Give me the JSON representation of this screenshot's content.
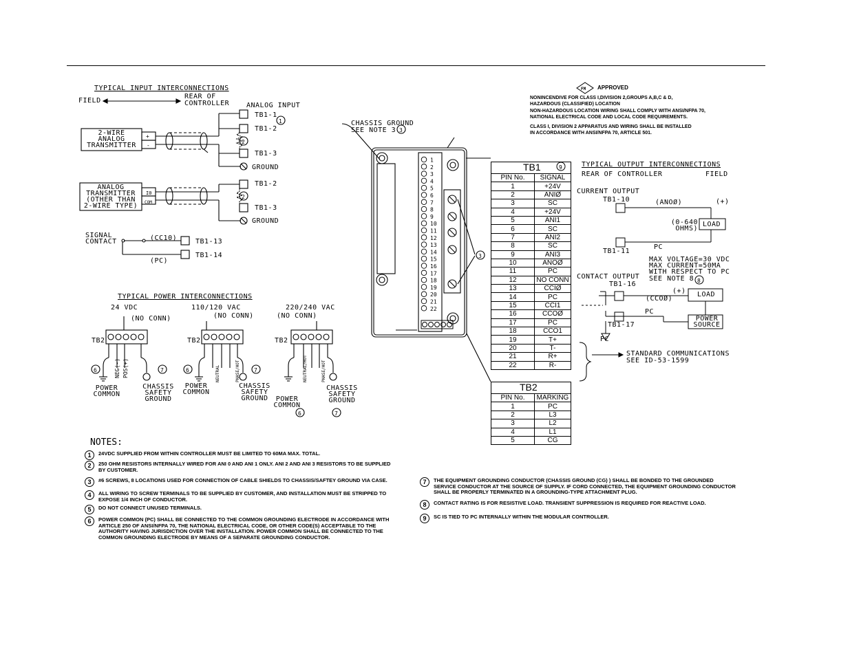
{
  "input": {
    "title": "TYPICAL INPUT INTERCONNECTIONS",
    "field_label": "FIELD",
    "rear_label": "REAR OF CONTROLLER",
    "analog_input": "ANALOG INPUT",
    "tb1_1": "TB1-1",
    "tb1_2": "TB1-2",
    "tb1_3": "TB1-3",
    "ground": "GROUND",
    "transmitter_2wire": "2-WIRE ANALOG TRANSMITTER",
    "transmitter_other": "ANALOG TRANSMITTER (OTHER THAN 2-WIRE TYPE)",
    "io_label": "I0",
    "com_label": "COM",
    "signal_contact": "SIGNAL CONTACT",
    "cc10": "(CC10)",
    "pc": "(PC)",
    "tb1_13": "TB1-13",
    "tb1_14": "TB1-14"
  },
  "power": {
    "title": "TYPICAL POWER INTERCONNECTIONS",
    "v24": "24 Vdc",
    "v110": "110/120 Vac",
    "v220": "220/240 Vac",
    "no_conn": "(NO CONN)",
    "tb2": "TB2",
    "power_common": "POWER COMMON",
    "chassis_safety_ground": "CHASSIS SAFETY GROUND",
    "neg": "NEG(-)",
    "pos": "POS(+)",
    "neutral": "NEUTRAL",
    "phase_hot": "PHASE/HOT",
    "neutral_hot": "NEUTRAL/HOT"
  },
  "chassis": {
    "label": "CHASSIS GROUND SEE NOTE 3",
    "tb2_label": "TB2"
  },
  "approval": {
    "approved": "APPROVED",
    "lines": [
      "NONINCENDIVE FOR CLASS I,DIVISION 2,GROUPS A,B,C & D,",
      "HAZARDOUS (CLASSIFIED) LOCATION",
      "NON-HAZARDOUS LOCATION WIRING SHALL COMPLY WITH ANSI/NFPA 70,",
      "NATIONAL ELECTRICAL CODE AND LOCAL CODE REQUIREMENTS.",
      "CLASS I, DIVISION 2 APPARATUS AND WIRING SHALL BE INSTALLED",
      "IN ACCORDANCE WITH ANSI/NFPA 70, ARTICLE 501."
    ]
  },
  "tb1": {
    "title": "TB1",
    "headers": [
      "PIN No.",
      "SIGNAL"
    ],
    "rows": [
      [
        "1",
        "+24V"
      ],
      [
        "2",
        "ANIØ"
      ],
      [
        "3",
        "SC"
      ],
      [
        "4",
        "+24V"
      ],
      [
        "5",
        "ANI1"
      ],
      [
        "6",
        "SC"
      ],
      [
        "7",
        "ANI2"
      ],
      [
        "8",
        "SC"
      ],
      [
        "9",
        "ANI3"
      ],
      [
        "10",
        "ANOØ"
      ],
      [
        "11",
        "PC"
      ],
      [
        "12",
        "NO CONN"
      ],
      [
        "13",
        "CCIØ"
      ],
      [
        "14",
        "PC"
      ],
      [
        "15",
        "CCI1"
      ],
      [
        "16",
        "CCOØ"
      ],
      [
        "17",
        "PC"
      ],
      [
        "18",
        "CCO1"
      ],
      [
        "19",
        "T+"
      ],
      [
        "20",
        "T-"
      ],
      [
        "21",
        "R+"
      ],
      [
        "22",
        "R-"
      ]
    ]
  },
  "tb2": {
    "title": "TB2",
    "headers": [
      "PIN No.",
      "MARKING"
    ],
    "rows": [
      [
        "1",
        "PC"
      ],
      [
        "2",
        "L3"
      ],
      [
        "3",
        "L2"
      ],
      [
        "4",
        "L1"
      ],
      [
        "5",
        "CG"
      ]
    ]
  },
  "output": {
    "title": "TYPICAL OUTPUT INTERCONNECTIONS",
    "rear_label": "REAR OF CONTROLLER",
    "field_label": "FIELD",
    "current_output": "CURRENT OUTPUT",
    "tb1_10": "TB1-10",
    "ano0": "(ANOØ)",
    "plus": "(+)",
    "ohms": "(0-640 OHMS)",
    "load": "LOAD",
    "tb1_11": "TB1-11",
    "pc": "PC",
    "max_voltage": "MAX VOLTAGE=30 Vdc",
    "max_current": "MAX CURRENT=50mA",
    "respect": "WITH RESPECT TO PC",
    "see_note": "SEE NOTE 8",
    "contact_output": "CONTACT OUTPUT",
    "tb1_16": "TB1-16",
    "cco0": "(CCOØ)",
    "plus2": "(+)",
    "load2": "LOAD",
    "pc2": "PC",
    "power_source": "POWER SOURCE",
    "tb1_17": "TB1-17",
    "pc3": "PC",
    "std_comm": "STANDARD COMMUNICATIONS",
    "see_id": "SEE ID-53-1599"
  },
  "notes": {
    "title": "NOTES:",
    "items": [
      {
        "num": "1",
        "text": "24Vdc SUPPLIED FROM WITHIN CONTROLLER MUST BE LIMITED TO 60mA MAX. TOTAL."
      },
      {
        "num": "2",
        "text": "250 OHM RESISTORS INTERNALLY WIRED FOR ANI 0 AND ANI 1 ONLY. ANI 2 AND ANI 3 RESISTORS TO BE SUPPLIED BY CUSTOMER."
      },
      {
        "num": "3",
        "text": "#6 SCREWS, 8 LOCATIONS USED FOR CONNECTION OF CABLE SHIELDS TO CHASSIS/SAFTEY GROUND VIA CASE."
      },
      {
        "num": "4",
        "text": "ALL WIRING TO SCREW TERMINALS TO BE SUPPLIED BY CUSTOMER, AND INSTALLATION MUST BE STRIPPED TO EXPOSE 1/4 INCH OF CONDUCTOR."
      },
      {
        "num": "5",
        "text": "DO NOT CONNECT UNUSED TERMINALS."
      },
      {
        "num": "6",
        "text": "POWER COMMON (PC) SHALL BE CONNECTED TO THE COMMON GROUNDING ELECTRODE IN ACCORDANCE WITH ARTICLE 250 OF ANSI/NFPA 70, THE NATIONAL ELECTRICAL CODE, OR OTHER CODE(S) ACCEPTABLE TO THE AUTHORITY HAVING JURISDICTION OVER THE INSTALLATION. POWER COMMON SHALL BE CONNECTED TO THE COMMON GROUNDING ELECTRODE BY MEANS OF A SEPARATE GROUNDING CONDUCTOR."
      },
      {
        "num": "7",
        "text": "THE EQUIPMENT GROUNDING CONDUCTOR (CHASSIS GROUND (CG) ) SHALL BE BONDED TO THE GROUNDED SERVICE CONDUCTOR AT THE SOURCE OF SUPPLY. IF CORD CONNECTED, THE EQUIPMENT GROUNDING CONDUCTOR SHALL BE PROPERLY TERMINATED IN A GROUNDING-TYPE ATTACHMENT PLUG."
      },
      {
        "num": "8",
        "text": "CONTACT RATING IS FOR RESISTIVE LOAD. TRANSIENT SUPPRESSION IS REQUIRED FOR REACTIVE LOAD."
      },
      {
        "num": "9",
        "text": "SC IS TIED TO PC INTERNALLY WITHIN THE MODULAR CONTROLLER."
      }
    ]
  }
}
